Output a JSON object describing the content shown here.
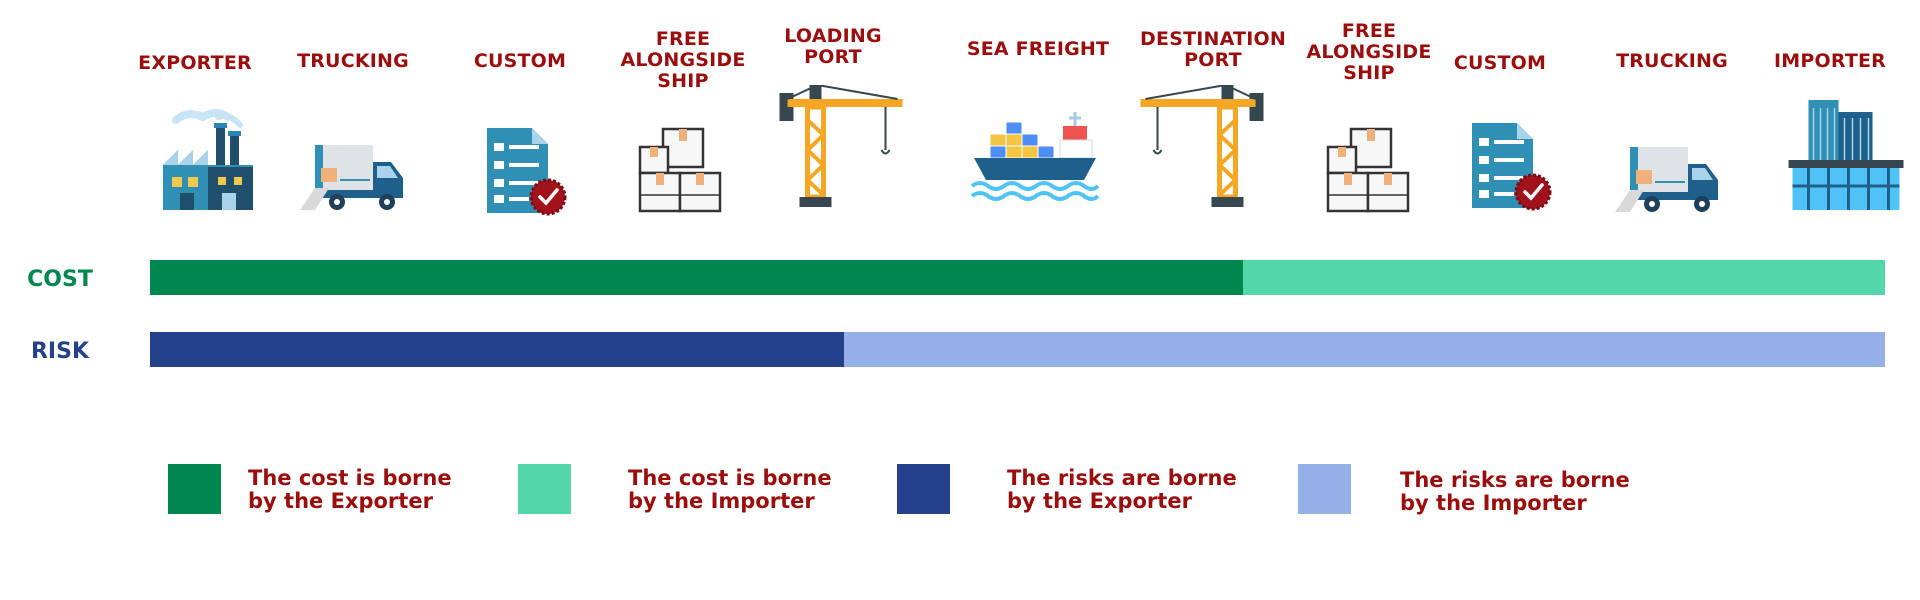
{
  "stages": [
    {
      "label": "EXPORTER",
      "icon": "factory-icon"
    },
    {
      "label": "TRUCKING",
      "icon": "truck-icon"
    },
    {
      "label": "CUSTOM",
      "icon": "customs-document-icon"
    },
    {
      "label": "FREE\nALONGSIDE\nSHIP",
      "icon": "boxes-icon"
    },
    {
      "label": "LOADING\nPORT",
      "icon": "crane-icon"
    },
    {
      "label": "SEA FREIGHT",
      "icon": "cargo-ship-icon"
    },
    {
      "label": "DESTINATION\nPORT",
      "icon": "crane-icon"
    },
    {
      "label": "FREE\nALONGSIDE\nSHIP",
      "icon": "boxes-icon"
    },
    {
      "label": "CUSTOM",
      "icon": "customs-document-icon"
    },
    {
      "label": "TRUCKING",
      "icon": "truck-icon"
    },
    {
      "label": "IMPORTER",
      "icon": "office-building-icon"
    }
  ],
  "rows": {
    "cost": {
      "label": "COST",
      "label_color": "#00874f",
      "exporter_share": 0.63,
      "exporter_color": "#00874f",
      "importer_color": "#54d6ab"
    },
    "risk": {
      "label": "RISK",
      "label_color": "#26418c",
      "exporter_share": 0.4,
      "exporter_color": "#26418c",
      "importer_color": "#94b0e7"
    }
  },
  "legend": [
    {
      "text": "The cost is borne\nby the Exporter",
      "color": "#00874f"
    },
    {
      "text": "The cost is borne\nby the Importer",
      "color": "#54d6ab"
    },
    {
      "text": "The risks are borne\nby the Exporter",
      "color": "#26418c"
    },
    {
      "text": "The risks are borne\nby the Importer",
      "color": "#94b0e7"
    }
  ]
}
